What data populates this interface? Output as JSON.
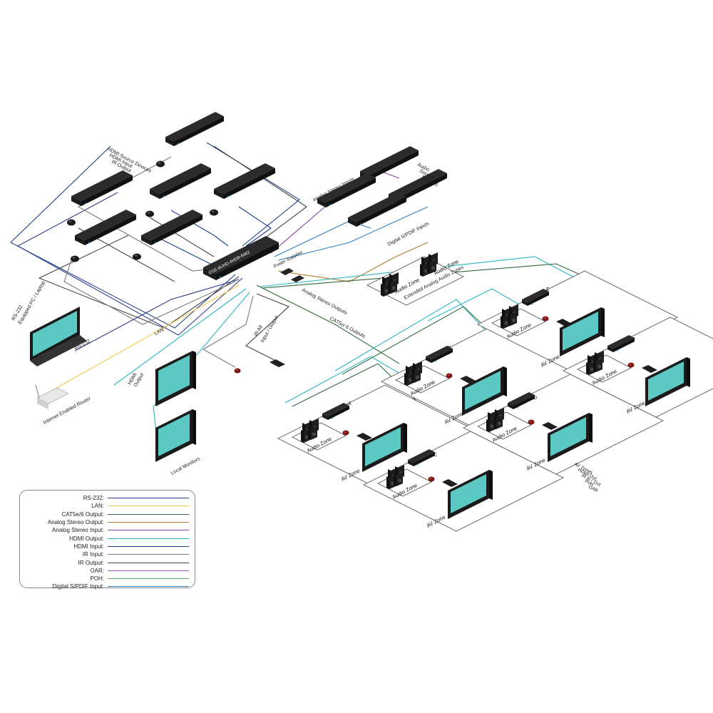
{
  "colors": {
    "rs232": "#2e3a8c",
    "lan": "#f2c94c",
    "cat_output": "#2f6b3a",
    "analog_out": "#b57a2e",
    "analog_in": "#8e44ad",
    "hdmi_out": "#2bb5c4",
    "hdmi_in": "#1f3f8a",
    "ir_in": "#7a7a7a",
    "ir_out": "#444444",
    "oar": "#9b59b6",
    "poh": "#5aa65a",
    "spdif": "#2f7fc1",
    "screen": "#5bc8c4",
    "device": "#262626"
  },
  "icons": {
    "device": "av-device-icon",
    "monitor": "tv-monitor-icon",
    "speaker": "speaker-icon",
    "ir_eye": "ir-eye-icon",
    "remote": "remote-icon",
    "router": "router-icon",
    "laptop": "laptop-icon",
    "power": "power-supply-icon"
  },
  "labels": {
    "matrix": "EGE-6UHD-4HDB-6462",
    "hdmi_sources_1": "HDMI Source Devices",
    "hdmi_sources_2": "HDMI Input",
    "hdmi_sources_3": "IR Output",
    "audio_sources_1": "Audio",
    "audio_sources_2": "Source",
    "audio_sources_3": "Devices",
    "analog_stereo_inputs": "Analog Stereo Inputs",
    "digital_spdif_inputs": "Digital S/PDIF Inputs",
    "power_supplies": "Power Supplies",
    "analog_stereo_outputs": "Analog Stereo Outputs",
    "cat_outputs": "CAT5e/ 6 Outputs",
    "extended_audio_zones": "Extended Analog Audio Zones",
    "rs232_pc_1": "RS-232",
    "rs232_pc_2": "Equipped PC / Laptop",
    "rs232": "RS-232",
    "lan": "LAN",
    "internet_router": "Internet Enabled Router",
    "hdmi_output_1": "HDMI",
    "hdmi_output_2": "Output",
    "local_monitors": "Local Monitors",
    "ir_all_1": "IR All",
    "ir_all_2": "Input / Output",
    "av_zone_legend_1": "AV Zones",
    "av_zone_legend_2": "HDMI Out",
    "av_zone_legend_3": "IR In / Out",
    "av_zone_legend_4": "PoH",
    "av_zone_legend_5": "OAR",
    "audio_zone": "Audio Zone",
    "av_zone": "AV Zone"
  },
  "zones": [
    {
      "id": "A"
    },
    {
      "id": "B"
    },
    {
      "id": "C"
    },
    {
      "id": "D"
    },
    {
      "id": "E"
    },
    {
      "id": "F"
    }
  ],
  "legend": [
    {
      "label": "RS-232:",
      "color": "#2e3a8c"
    },
    {
      "label": "LAN:",
      "color": "#f2c94c"
    },
    {
      "label": "CAT5e/6 Output:",
      "color": "#2f6b3a"
    },
    {
      "label": "Analog Stereo Output:",
      "color": "#b57a2e"
    },
    {
      "label": "Analog Stereo Input:",
      "color": "#8e44ad"
    },
    {
      "label": "HDMI Output:",
      "color": "#2bb5c4"
    },
    {
      "label": "HDMI Input:",
      "color": "#1f3f8a"
    },
    {
      "label": "IR Input:",
      "color": "#7a7a7a"
    },
    {
      "label": "IR Output:",
      "color": "#444444"
    },
    {
      "label": "OAR:",
      "color": "#9b59b6"
    },
    {
      "label": "POH:",
      "color": "#5aa65a"
    },
    {
      "label": "Digital S/PDIF Input:",
      "color": "#2f7fc1"
    }
  ]
}
